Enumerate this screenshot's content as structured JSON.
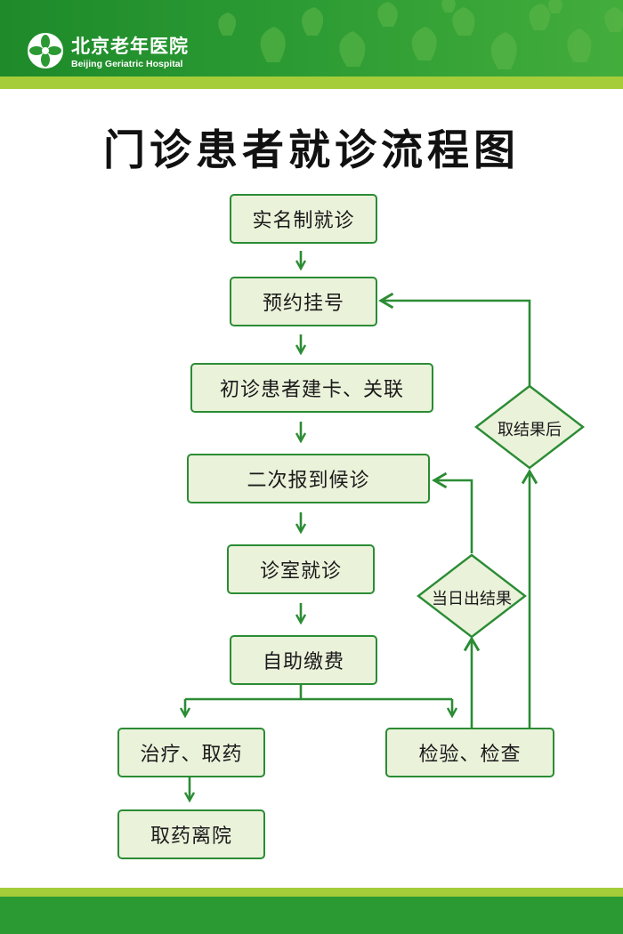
{
  "header": {
    "hospital_name": "北京老年医院",
    "hospital_name_en": "Beijing Geriatric Hospital"
  },
  "title": "门诊患者就诊流程图",
  "flow": {
    "steps": [
      "实名制就诊",
      "预约挂号",
      "初诊患者建卡、关联",
      "二次报到候诊",
      "诊室就诊",
      "自助缴费",
      "治疗、取药",
      "检验、检查",
      "取药离院"
    ],
    "decisions": [
      "当日出结果",
      "取结果后"
    ]
  },
  "colors": {
    "brand_green": "#2b9a33",
    "accent_lime": "#a5cd39",
    "node_fill": "#eaf2da",
    "node_border": "#2b8c34",
    "arrow": "#2b8c34"
  }
}
